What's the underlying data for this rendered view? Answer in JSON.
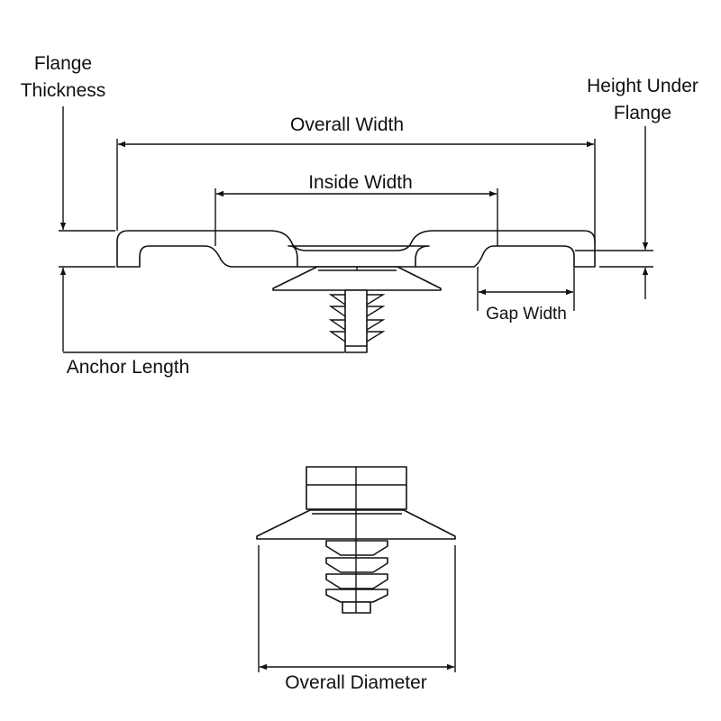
{
  "labels": {
    "flange_thickness_1": "Flange",
    "flange_thickness_2": "Thickness",
    "overall_width": "Overall Width",
    "inside_width": "Inside Width",
    "height_under_flange_1": "Height Under",
    "height_under_flange_2": "Flange",
    "gap_width": "Gap Width",
    "anchor_length": "Anchor Length",
    "overall_diameter": "Overall Diameter"
  },
  "colors": {
    "line": "#111111",
    "background": "#ffffff"
  }
}
